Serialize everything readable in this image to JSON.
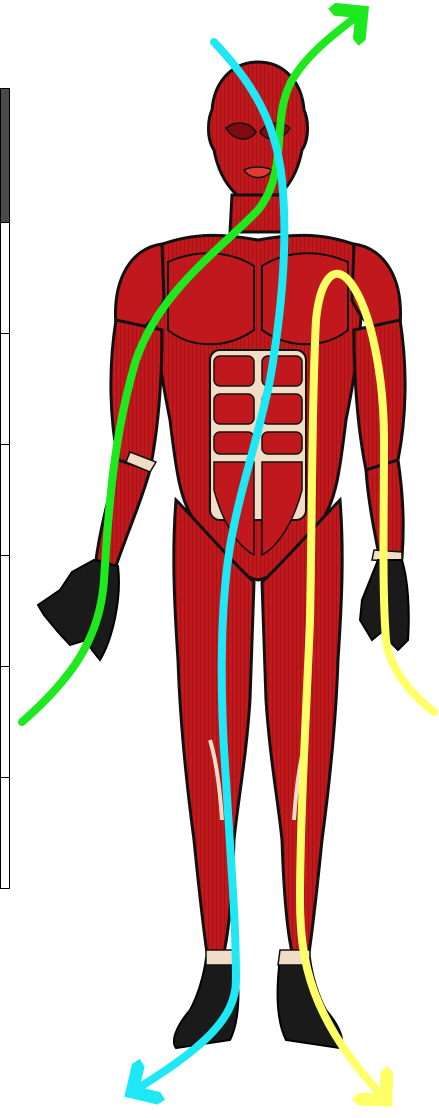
{
  "figure": {
    "subject": "anatomical-muscle-figure",
    "colors": {
      "skin_outline": "#111111",
      "muscle_red": "#c0181c",
      "muscle_dark": "#7c0c10",
      "muscle_light": "#e03a34",
      "tendon": "#f1dcc6",
      "arrow_green": "#1ee81e",
      "arrow_cyan": "#1ee8f5",
      "arrow_yellow": "#ffff66",
      "table_header": "#4a4a4a"
    },
    "arrows": [
      {
        "name": "green-arrow",
        "color_key": "arrow_green",
        "direction": "up-right"
      },
      {
        "name": "cyan-arrow",
        "color_key": "arrow_cyan",
        "direction": "down-left"
      },
      {
        "name": "yellow-arrow",
        "color_key": "arrow_yellow",
        "direction": "down-right"
      }
    ],
    "table_rows": 7
  }
}
